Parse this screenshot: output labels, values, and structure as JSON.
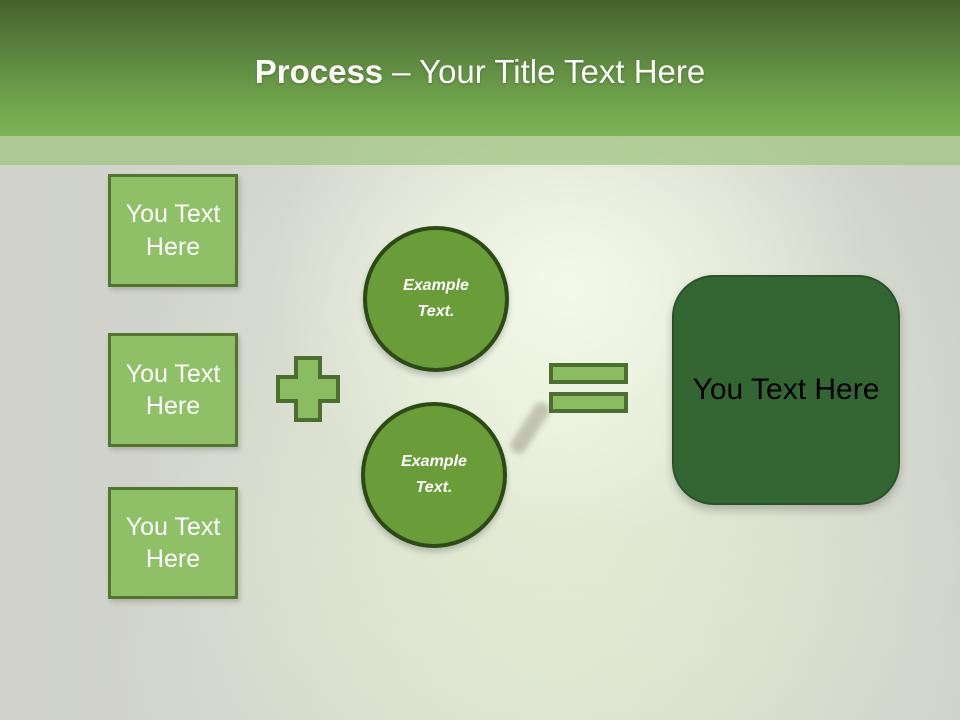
{
  "slide": {
    "title": {
      "bold": "Process",
      "rest": "– Your Title Text Here"
    },
    "left_boxes": [
      {
        "label": "You Text Here"
      },
      {
        "label": "You Text Here"
      },
      {
        "label": "You Text Here"
      }
    ],
    "circles": [
      {
        "label": "Example Text."
      },
      {
        "label": "Example Text."
      }
    ],
    "operators": {
      "plus": "plus-sign",
      "equals": "equals-sign"
    },
    "result_box": {
      "label": "You Text Here"
    },
    "colors": {
      "header_top": "#44622c",
      "header_bottom": "#7db458",
      "accent_band": "#a9c492",
      "box_fill": "#8fbf67",
      "box_border": "#54752f",
      "operator_fill": "#8cbc62",
      "operator_border": "#4c6e30",
      "circle_fill": "#6b9c3a",
      "circle_border": "#2c4a16",
      "result_fill": "#336632",
      "background_gray": "#d1d3cc",
      "title_text": "#ffffff",
      "result_text": "#000000"
    }
  }
}
